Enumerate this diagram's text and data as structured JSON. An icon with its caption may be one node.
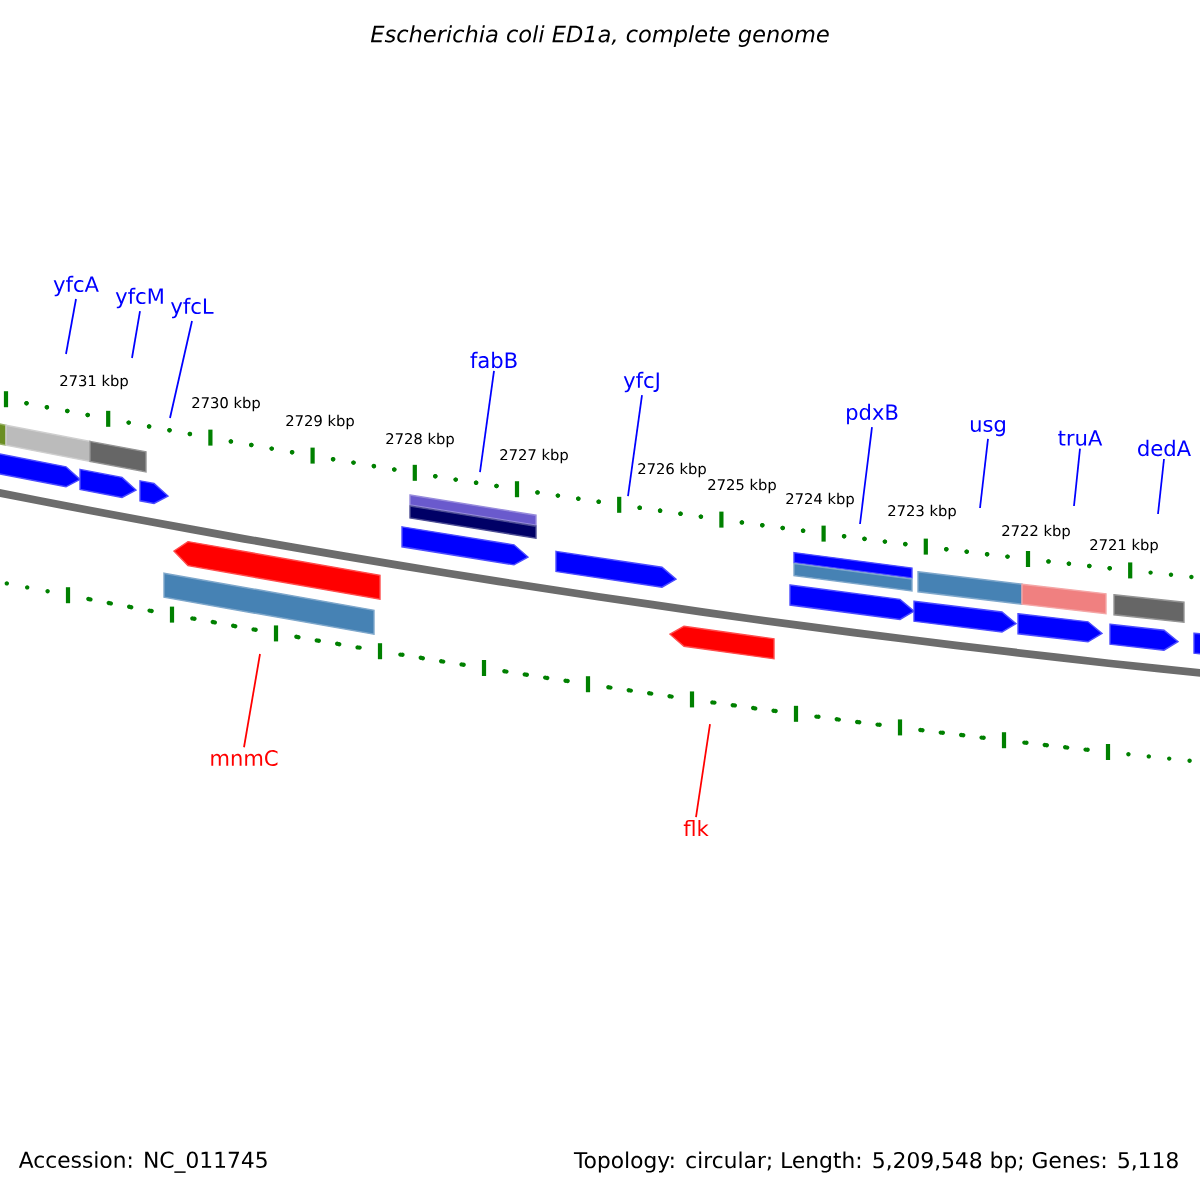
{
  "diagram": {
    "title": "Escherichia coli ED1a, complete genome",
    "nodes": [
      {
        "text": [
          "yfcA"
        ]
      },
      {
        "text": [
          "yfcM"
        ]
      },
      {
        "text": [
          "yfcL"
        ]
      },
      {
        "text": [
          "fabB"
        ]
      },
      {
        "text": [
          "yfcJ"
        ]
      },
      {
        "text": [
          "pdxB"
        ]
      },
      {
        "text": [
          "usg"
        ]
      },
      {
        "text": [
          "truA"
        ]
      },
      {
        "text": [
          "dedA"
        ]
      },
      {
        "text": [
          "mnmC"
        ]
      },
      {
        "text": [
          "flk"
        ]
      }
    ],
    "edges": [
      {
        "from": 0,
        "to": null,
        "arrow": "none"
      },
      {
        "from": 1,
        "to": null,
        "arrow": "none"
      },
      {
        "from": 2,
        "to": null,
        "arrow": "none"
      },
      {
        "from": 3,
        "to": null,
        "arrow": "none"
      },
      {
        "from": 4,
        "to": null,
        "arrow": "none"
      },
      {
        "from": 5,
        "to": null,
        "arrow": "none"
      },
      {
        "from": 6,
        "to": null,
        "arrow": "none"
      },
      {
        "from": 7,
        "to": null,
        "arrow": "none"
      },
      {
        "from": 8,
        "to": null,
        "arrow": "none"
      },
      {
        "from": 9,
        "to": null,
        "arrow": "none",
        "color": "#ff0000"
      },
      {
        "from": 10,
        "to": null,
        "arrow": "none",
        "color": "#ff0000"
      }
    ],
    "labels": [
      "2731 kbp",
      "2730 kbp",
      "2729 kbp",
      "2728 kbp",
      "2727 kbp",
      "2726 kbp",
      "2725 kbp",
      "2724 kbp",
      "2723 kbp",
      "2722 kbp",
      "2721 kbp",
      "Accession: NC_011745",
      "Topology: circular; Length: 5,209,548 bp; Genes: 5,118"
    ]
  }
}
